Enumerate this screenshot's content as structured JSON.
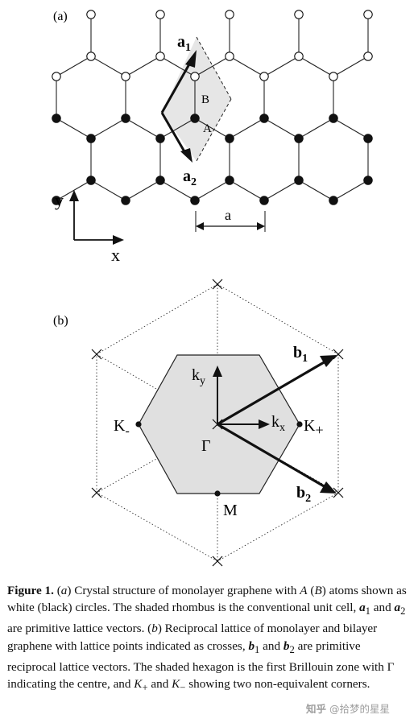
{
  "panel_a": {
    "label": "(a)",
    "vec_a1": {
      "main": "a",
      "sub": "1"
    },
    "vec_a2": {
      "main": "a",
      "sub": "2"
    },
    "atom_B": "B",
    "atom_A": "A",
    "length_label": "a",
    "axis_y": "y",
    "axis_x": "x"
  },
  "panel_b": {
    "label": "(b)",
    "vec_b1": {
      "main": "b",
      "sub": "1"
    },
    "vec_b2": {
      "main": "b",
      "sub": "2"
    },
    "ky": {
      "main": "k",
      "sub": "y"
    },
    "kx": {
      "main": "k",
      "sub": "x"
    },
    "k_minus": {
      "main": "K",
      "sub": "-"
    },
    "k_plus": {
      "main": "K",
      "sub": "+"
    },
    "gamma": "Γ",
    "m": "M"
  },
  "caption": {
    "figure_label": "Figure 1.",
    "p1": " (",
    "p2": "a",
    "p3": ") Crystal structure of monolayer graphene with ",
    "p4": "A",
    "p5": " (",
    "p6": "B",
    "p7": ") atoms shown as white (black) circles. The shaded rhombus is the conventional unit cell, ",
    "p8": "a",
    "p9": "1",
    "p10": " and ",
    "p11": "a",
    "p12": "2",
    "p13": " are primitive lattice vectors. (",
    "p14": "b",
    "p15": ") Reciprocal lattice of monolayer and bilayer graphene with lattice points indicated as crosses, ",
    "p16": "b",
    "p17": "1",
    "p18": " and ",
    "p19": "b",
    "p20": "2",
    "p21": " are primitive reciprocal lattice vectors. The shaded hexagon is the first Brillouin zone with Γ indicating the centre, and ",
    "p22": "K",
    "p23": "+",
    "p24": " and ",
    "p25": "K",
    "p26": "−",
    "p27": " showing two non-equivalent corners."
  },
  "watermark": {
    "zh": "知乎",
    "handle": " @拾梦的星星"
  }
}
